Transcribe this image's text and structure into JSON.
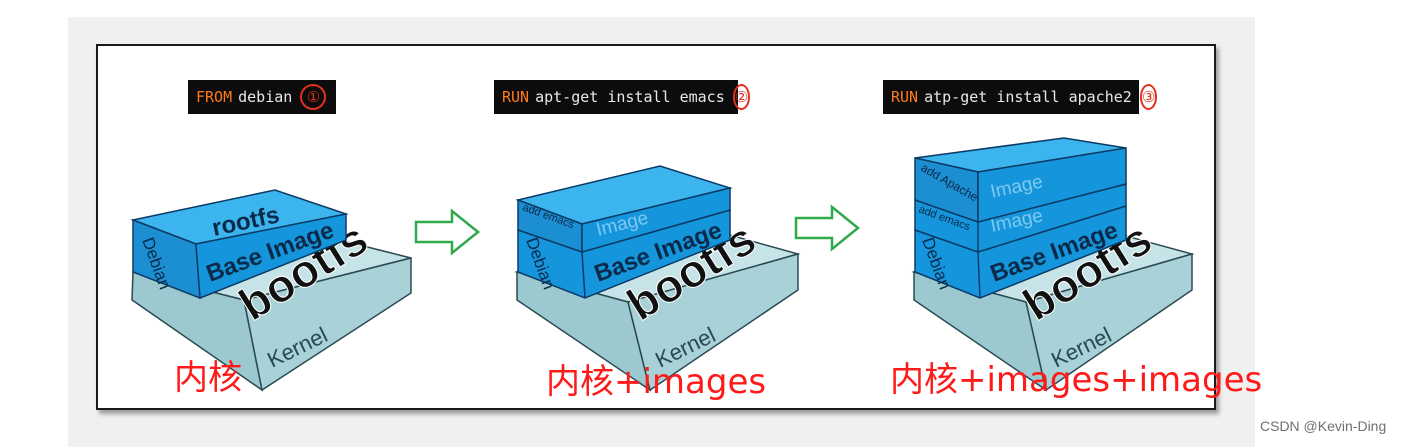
{
  "steps": [
    {
      "keyword": "FROM",
      "command": "debian",
      "number": "①",
      "caption": "内核"
    },
    {
      "keyword": "RUN",
      "command": "apt-get install emacs",
      "number": "②",
      "caption": "内核+images"
    },
    {
      "keyword": "RUN",
      "command": "atp-get install apache2",
      "number": "③",
      "caption": "内核+images+images"
    }
  ],
  "layers": {
    "kernel": "Kernel",
    "bootfs": "bootfs",
    "rootfs": "rootfs",
    "debian": "Debian",
    "base_image": "Base Image",
    "image": "Image",
    "add_emacs": "add emacs",
    "add_apache": "add Apache"
  },
  "watermark": "CSDN @Kevin-Ding",
  "colors": {
    "kernel_front": "#a9d2d8",
    "kernel_top": "#c6e4e8",
    "layer_blue": "#1596dc",
    "layer_blue_dark": "#0b6fb0",
    "layer_blue_top": "#3cb4ee",
    "caption_red": "#ff1a1a",
    "arrow_green": "#2eaa4a"
  },
  "icons": [
    "right-arrow-icon"
  ]
}
